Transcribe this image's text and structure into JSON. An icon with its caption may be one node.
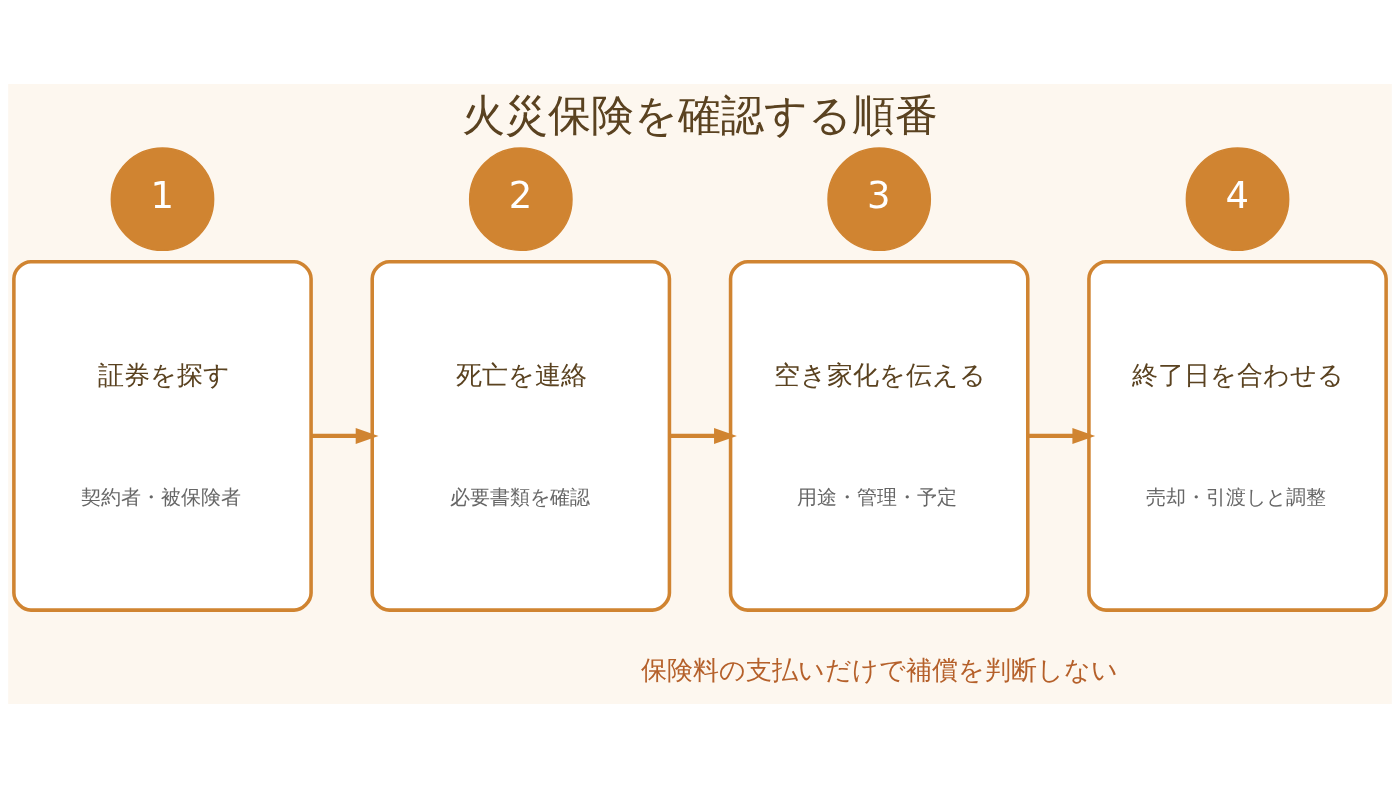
{
  "diagram": {
    "title": "火災保険を確認する順番",
    "caption": "保険料の支払いだけで補償を判断しない",
    "nodes": [
      {
        "text": [
          "1"
        ]
      },
      {
        "text": [
          "証券を探す",
          "契約者・被保険者"
        ]
      },
      {
        "text": [
          "2"
        ]
      },
      {
        "text": [
          "死亡を連絡",
          "必要書類を確認"
        ]
      },
      {
        "text": [
          "3"
        ]
      },
      {
        "text": [
          "空き家化を伝える",
          "用途・管理・予定"
        ]
      },
      {
        "text": [
          "4"
        ]
      },
      {
        "text": [
          "終了日を合わせる",
          "売却・引渡しと調整"
        ]
      }
    ],
    "edges": [
      {
        "from": 1,
        "to": 3,
        "arrow": "to"
      },
      {
        "from": 3,
        "to": 5,
        "arrow": "to"
      },
      {
        "from": 5,
        "to": 7,
        "arrow": "to"
      }
    ]
  }
}
